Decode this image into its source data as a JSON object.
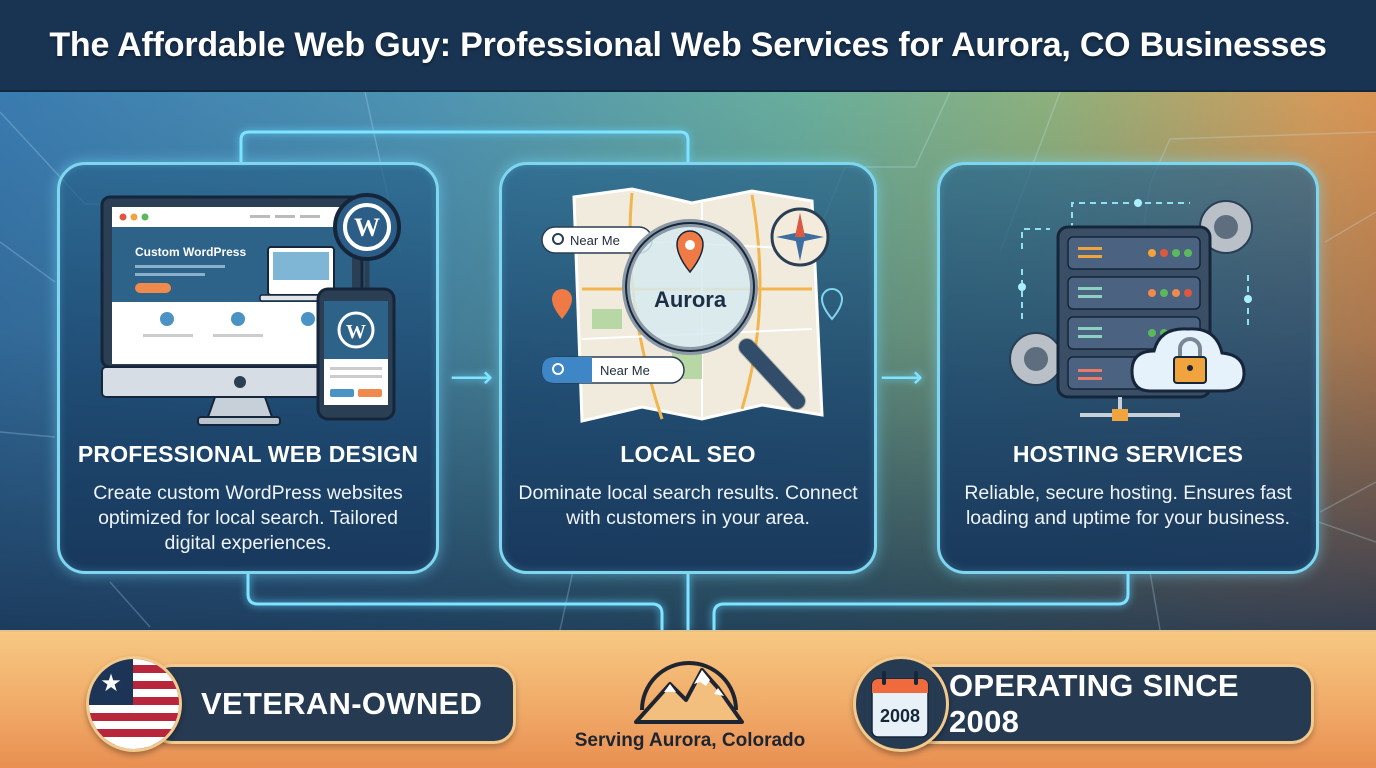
{
  "header": {
    "title": "The Affordable Web Guy: Professional Web Services for Aurora, CO Businesses"
  },
  "services": [
    {
      "title": "PROFESSIONAL WEB DESIGN",
      "description": "Create custom WordPress websites optimized for local search. Tailored digital experiences.",
      "illustration": {
        "screen_heading": "Custom WordPress",
        "icon": "wordpress-icon"
      }
    },
    {
      "title": "LOCAL SEO",
      "description": "Dominate local search results. Connect with customers in your area.",
      "illustration": {
        "search_bar_1": "Near Me",
        "search_bar_2": "Near Me",
        "magnifier_label": "Aurora",
        "icon": "map-magnifier-icon"
      }
    },
    {
      "title": "HOSTING SERVICES",
      "description": "Reliable, secure hosting. Ensures fast loading and uptime for your business.",
      "illustration": {
        "icon": "server-cloud-lock-icon"
      }
    }
  ],
  "footer": {
    "veteran_badge": {
      "label": "VETERAN-OWNED",
      "icon": "us-flag-icon"
    },
    "location": {
      "label": "Serving Aurora, Colorado",
      "icon": "mountain-icon"
    },
    "since_badge": {
      "label": "OPERATING SINCE 2008",
      "calendar_year": "2008",
      "icon": "calendar-icon"
    }
  },
  "colors": {
    "header_bg": "#193452",
    "card_border": "#7fd6ef",
    "accent_orange": "#ef7a45",
    "badge_bg": "#263a52",
    "footer_bg": "#f0a866"
  }
}
